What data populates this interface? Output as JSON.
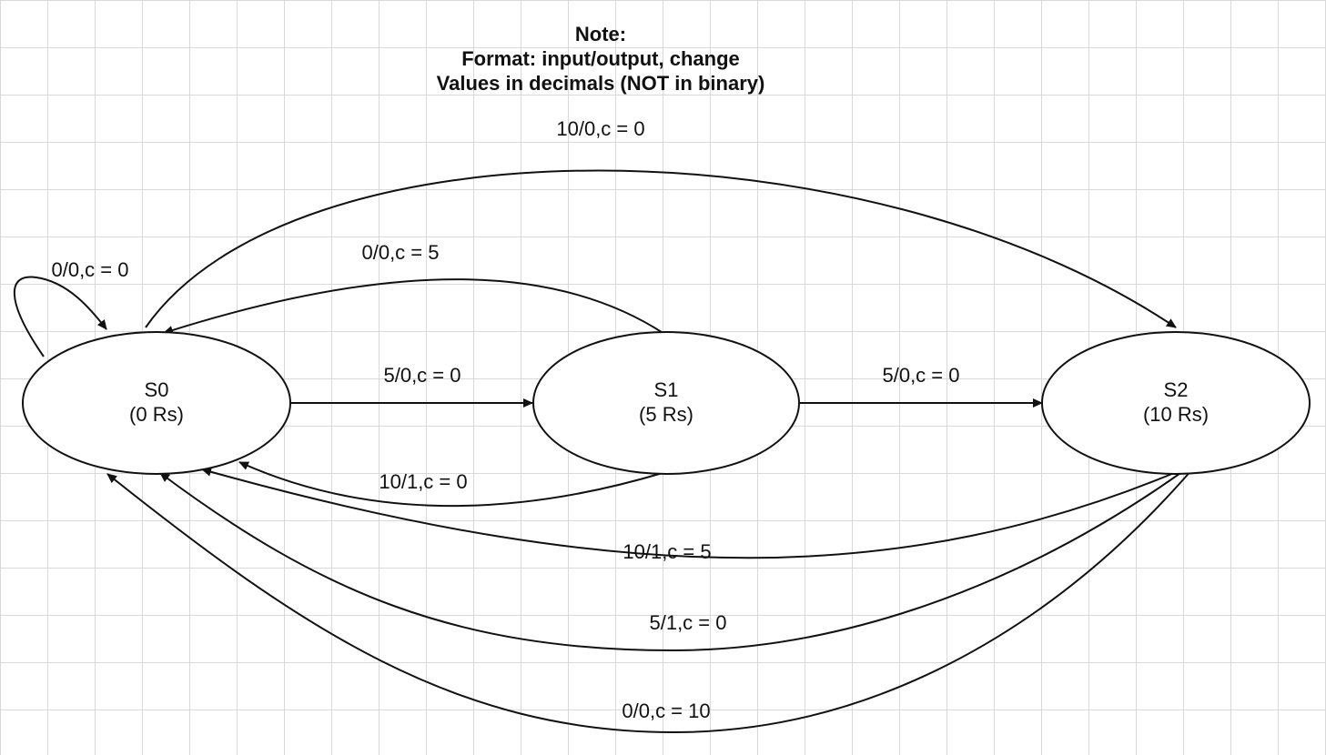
{
  "note": {
    "heading": "Note:",
    "line1": "Format: input/output, change",
    "line2": "Values in decimals (NOT in binary)"
  },
  "states": {
    "s0": {
      "name": "S0",
      "value": "(0 Rs)"
    },
    "s1": {
      "name": "S1",
      "value": "(5 Rs)"
    },
    "s2": {
      "name": "S2",
      "value": "(10 Rs)"
    }
  },
  "transitions": {
    "s0_self": "0/0,c = 0",
    "s0_s1": "5/0,c = 0",
    "s1_s2": "5/0,c = 0",
    "s0_s2": "10/0,c = 0",
    "s1_s0_upper": "0/0,c = 5",
    "s1_s0_lower": "10/1,c = 0",
    "s2_s0_a": "10/1,c = 5",
    "s2_s0_b": "5/1,c = 0",
    "s2_s0_c": "0/0,c = 10"
  }
}
